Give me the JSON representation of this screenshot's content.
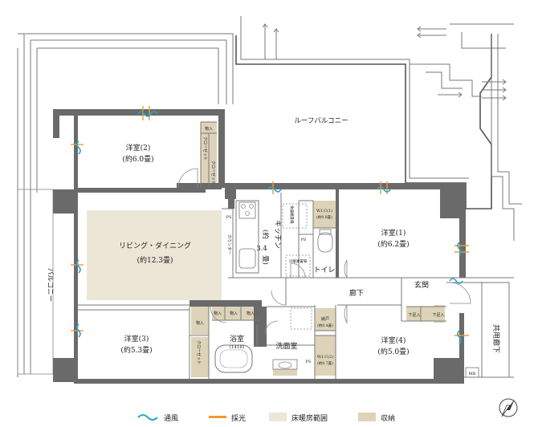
{
  "rooms": {
    "roof_balcony": "ルーフバルコニー",
    "bedroom2": {
      "name": "洋室(2)",
      "size": "(約6.0畳)"
    },
    "living": {
      "name": "リビング・ダイニング",
      "size": "(約12.3畳)"
    },
    "kitchen": {
      "name": "キッチン",
      "size_open": "(約",
      "size_num": "3.4",
      "size_close": "畳)"
    },
    "bedroom1": {
      "name": "洋室(1)",
      "size": "(約6.2畳)"
    },
    "toilet": "トイレ",
    "hallway": "廊下",
    "entrance": "玄関",
    "bedroom3": {
      "name": "洋室(3)",
      "size": "(約5.3畳)"
    },
    "bath": {
      "name": "浴室",
      "size": "(1418)"
    },
    "washroom": "洗面室",
    "bedroom4": {
      "name": "洋室(4)",
      "size": "(約5.0畳)"
    },
    "balcony": "バルコニー",
    "common_corridor": "共用廊下"
  },
  "small_labels": {
    "storage": "物入",
    "closet": "クローゼット",
    "wic1": "W.I.C(1)",
    "wic1_size": "(約0.8畳)",
    "wic2": "W.I.C(2)",
    "wic2_size": "(約0.7畳)",
    "pantry": "納戸",
    "pantry_size": "(約0.4畳)",
    "ps": "PS",
    "mb": "MB",
    "counter": "カウンター",
    "shoe_storage": "下足入",
    "fridge": "冷蔵庫置場",
    "dish_shelf": "食器棚置場"
  },
  "legend": [
    {
      "key": "vent",
      "label": "通風"
    },
    {
      "key": "light",
      "label": "採光"
    },
    {
      "key": "floor_heating",
      "label": "床暖房範囲"
    },
    {
      "key": "storage",
      "label": "収納"
    }
  ],
  "colors": {
    "wall": "#6a6a6a",
    "storage": "#ddd3b8",
    "floor_heating": "#ece6d7",
    "ventilation": "#2aa6c9",
    "lighting": "#f29a2e"
  },
  "icons": {
    "north": "compass-north-icon"
  }
}
